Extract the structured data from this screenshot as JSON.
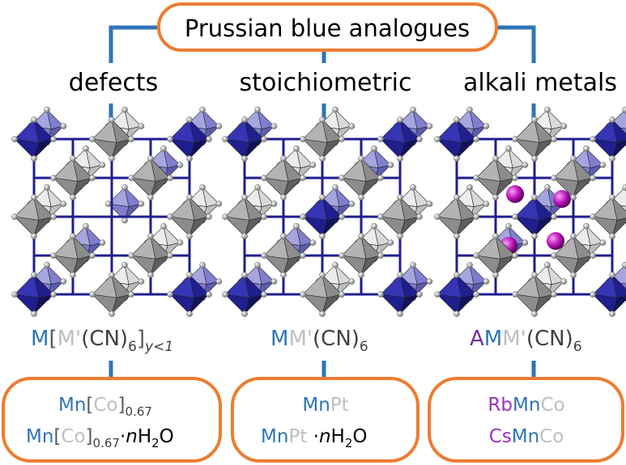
{
  "title": "Prussian blue analogues",
  "categories": [
    {
      "label": "defects",
      "formula": {
        "a": "M",
        "b": "[",
        "c": "M",
        "d": "'",
        "e": "(CN)",
        "f": "6",
        "g": "]",
        "h": "y<1"
      },
      "examples": [
        {
          "a": "Mn",
          "b": "[",
          "c": "Co",
          "d": "]",
          "e": "0.67"
        },
        {
          "a": "Mn",
          "b": "[",
          "c": "Co",
          "d": "]",
          "e": "0.67",
          "f": "·",
          "g": "n",
          "h": "H",
          "i": "2",
          "j": "O"
        }
      ]
    },
    {
      "label": "stoichiometric",
      "formula": {
        "a": "M",
        "b": "M",
        "c": "'",
        "d": "(CN)",
        "e": "6"
      },
      "examples": [
        {
          "a": "Mn",
          "b": "Pt"
        },
        {
          "a": "Mn",
          "b": "Pt",
          "c": " ·",
          "d": "n",
          "e": "H",
          "f": "2",
          "g": "O"
        }
      ]
    },
    {
      "label": "alkali metals",
      "formula": {
        "a": "A",
        "b": "M",
        "c": "M",
        "d": "'",
        "e": "(CN)",
        "f": "6"
      },
      "examples": [
        {
          "a": "Rb",
          "b": "Mn",
          "c": "Co"
        },
        {
          "a": "Cs",
          "b": "Mn",
          "c": "Co"
        }
      ]
    }
  ],
  "colors": {
    "orange": "#ed7d31",
    "connector": "#2e75b6",
    "metal_blue": "#2e75b6",
    "metal_grey": "#bfbfbf",
    "alkali_purple": "#7030a0",
    "octa_blue": "#1f1f8f",
    "octa_grey": "#8c8c8c"
  }
}
